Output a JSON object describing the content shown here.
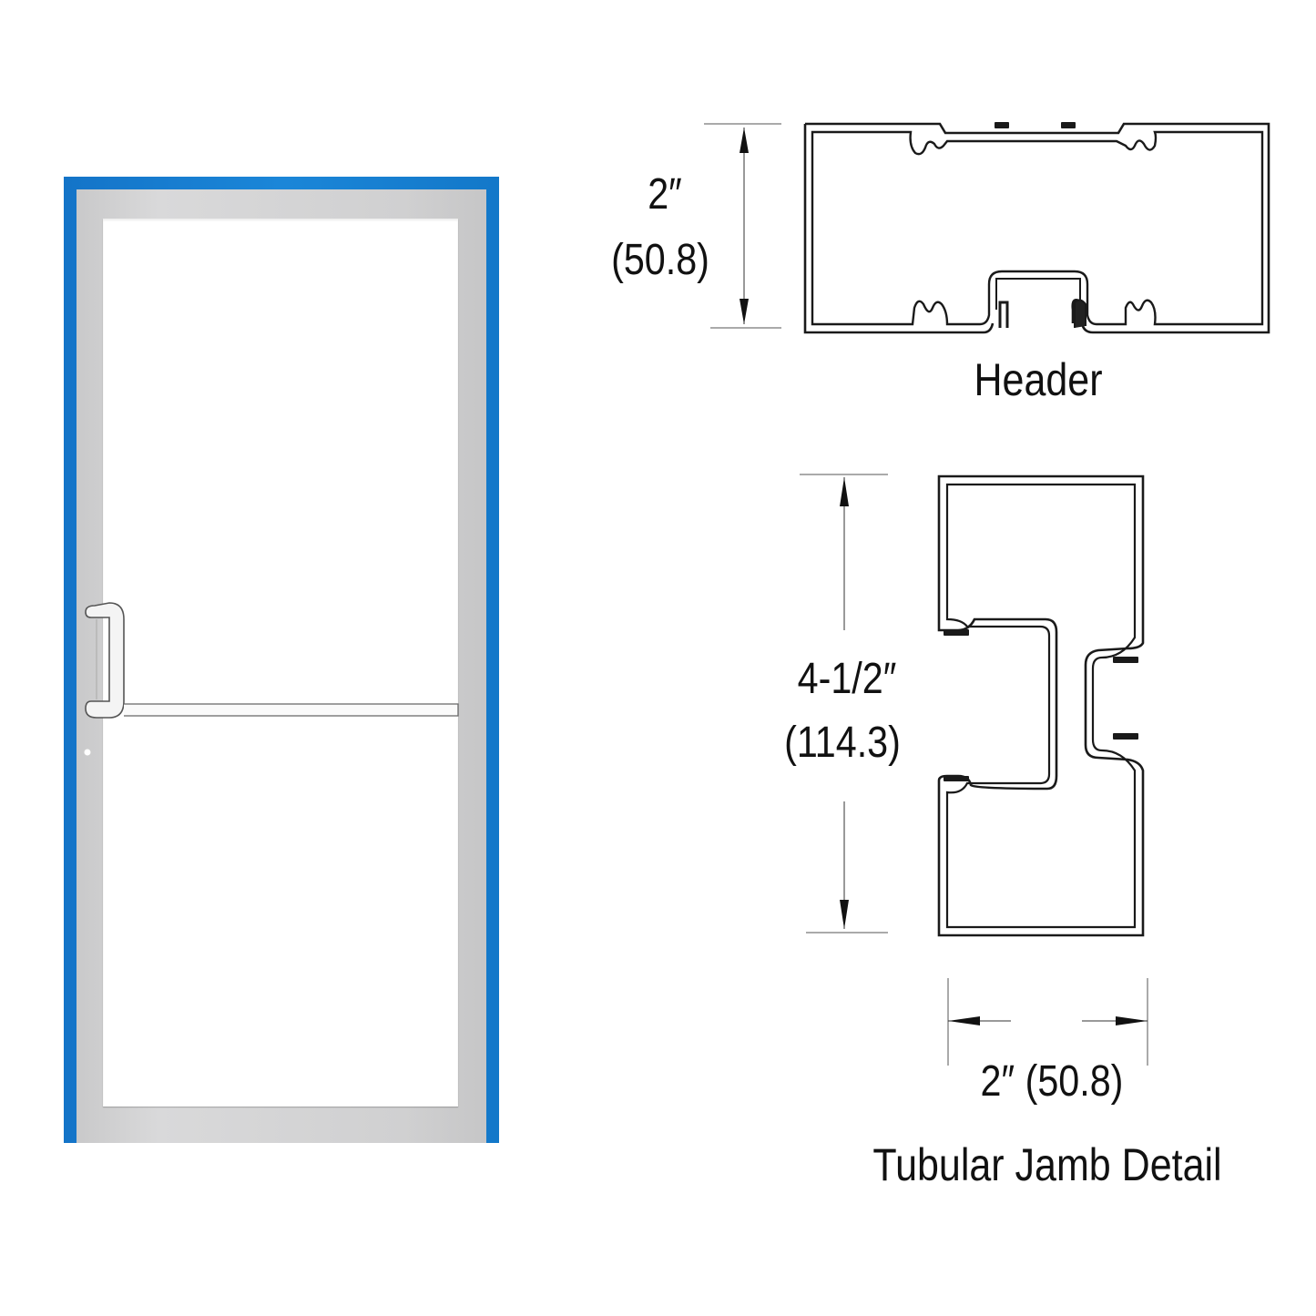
{
  "door": {
    "frame_color": "#1a7fd1",
    "stile_color": "#cfcfd0",
    "glass_color": "#ffffff",
    "hardware": "pull-handle-and-push-bar"
  },
  "header_detail": {
    "title": "Header",
    "dim_inches": "2″",
    "dim_mm": "(50.8)"
  },
  "jamb_detail": {
    "title": "Tubular Jamb Detail",
    "height_inches": "4-1/2″",
    "height_mm": "(114.3)",
    "width_label": "2″ (50.8)"
  }
}
